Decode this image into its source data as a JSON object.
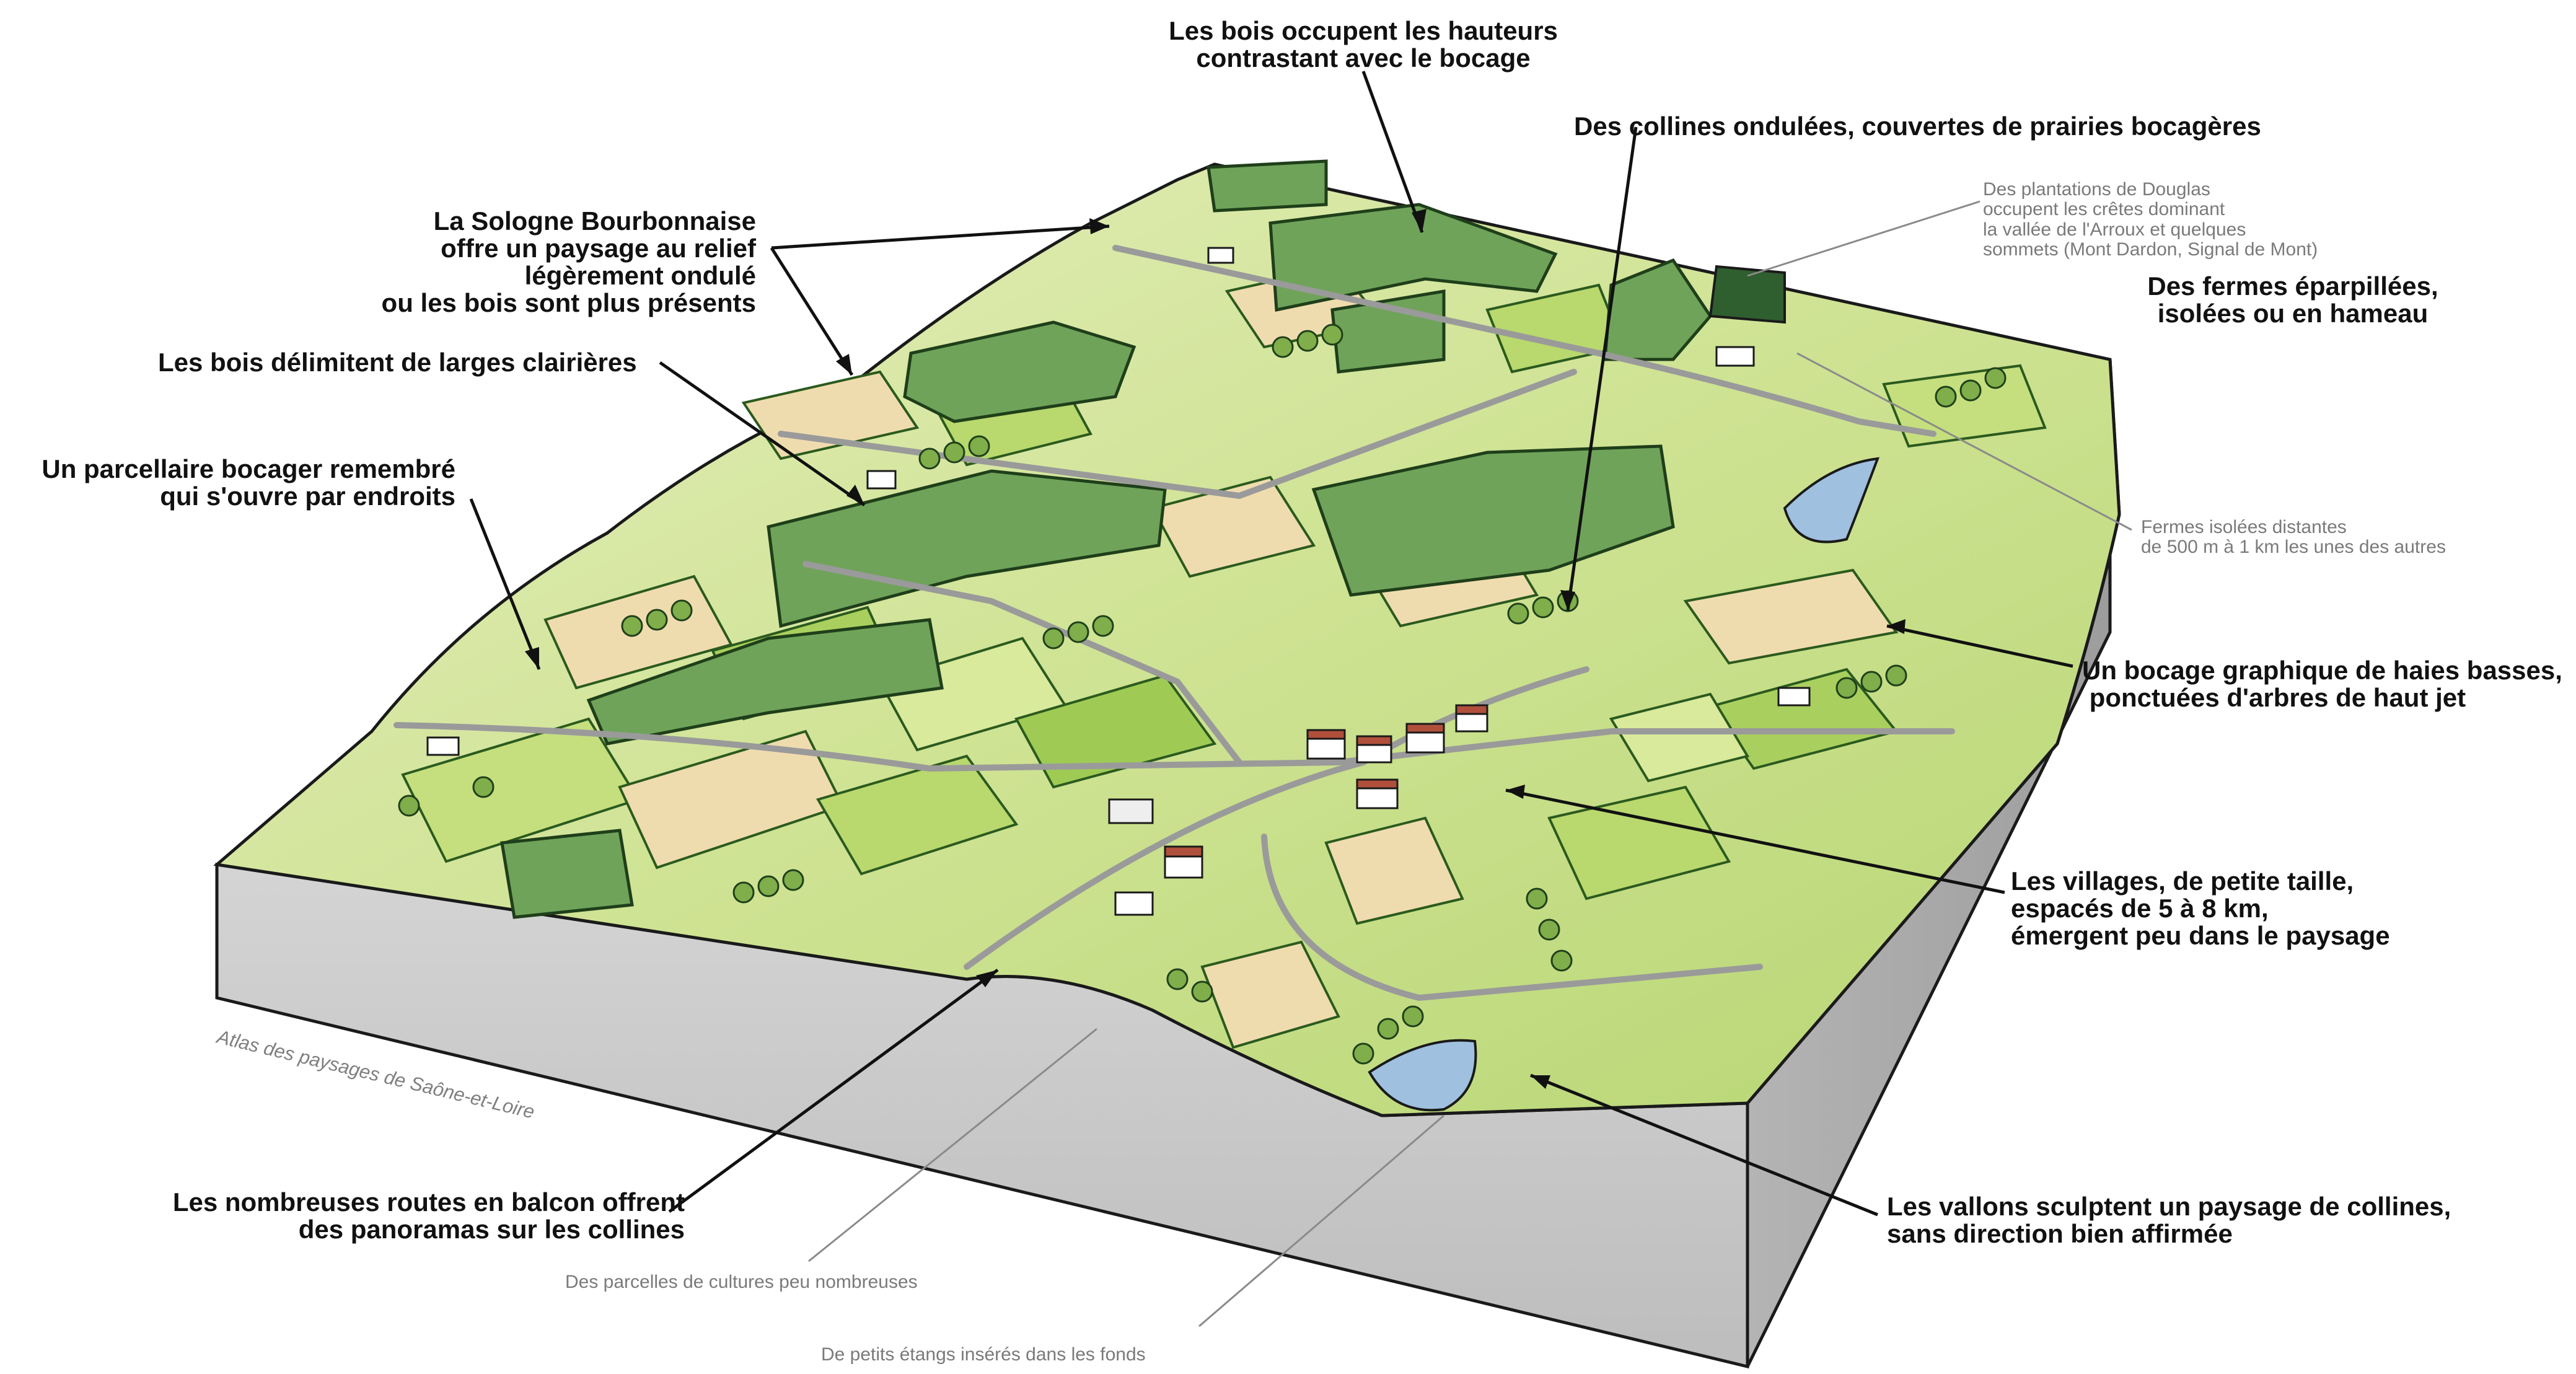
{
  "credit": "Atlas des paysages de Saône-et-Loire",
  "annotations": {
    "bois_hauteurs": [
      "Les bois occupent les hauteurs",
      "contrastant avec le bocage"
    ],
    "collines_ondulees": [
      "Des collines ondulées, couvertes de prairies bocagères"
    ],
    "douglas": [
      "Des plantations de Douglas",
      "occupent les crêtes dominant",
      "la vallée de l'Arroux et quelques",
      "sommets (Mont Dardon, Signal de Mont)"
    ],
    "sologne": [
      "La Sologne Bourbonnaise",
      "offre un paysage au relief",
      "légèrement ondulé",
      "ou les bois sont plus présents"
    ],
    "fermes_eparpillees": [
      "Des fermes éparpillées,",
      "isolées ou en hameau"
    ],
    "bois_clairieres": [
      "Les bois délimitent de larges clairières"
    ],
    "parcellaire": [
      "Un parcellaire bocager remembré",
      "qui s'ouvre par endroits"
    ],
    "fermes_isolees": [
      "Fermes isolées distantes",
      "de 500 m à 1 km les unes des autres"
    ],
    "bocage_graphique": [
      "Un bocage graphique de haies basses,",
      " ponctuées d'arbres de haut jet"
    ],
    "villages": [
      "Les villages, de petite taille,",
      "espacés de 5 à 8 km,",
      "émergent peu dans le paysage"
    ],
    "routes_balcon": [
      "Les nombreuses routes en balcon offrent",
      "des panoramas sur les collines"
    ],
    "vallons": [
      "Les vallons sculptent un paysage de collines,",
      "sans direction bien affirmée"
    ],
    "parcelles_cultures": [
      "Des parcelles de cultures peu nombreuses"
    ],
    "etangs": [
      "De petits étangs insérés dans les fonds"
    ]
  },
  "colors": {
    "meadow_light": "#d9ea9c",
    "meadow": "#b9d86e",
    "meadow_dark": "#8fbf4a",
    "crop": "#efdcae",
    "wood": "#6fa35a",
    "wood_dark": "#3f7a3c",
    "douglas": "#2f5e2f",
    "road": "#c9cbc6",
    "pond": "#9fc0de",
    "roof": "#b0503c",
    "ground_side": "#c8c8c8",
    "leader_dark": "#111111",
    "leader_light": "#8a8a8a"
  }
}
